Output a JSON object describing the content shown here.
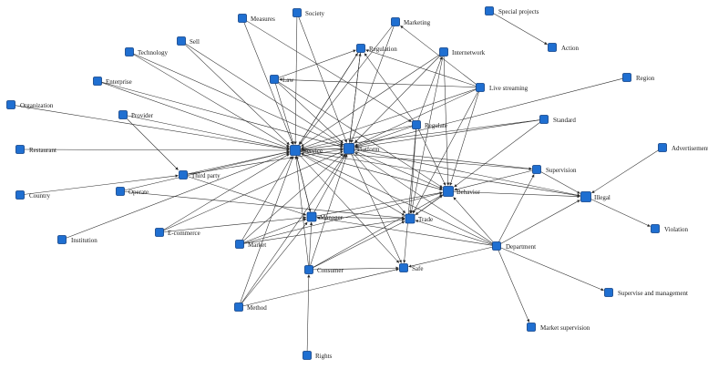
{
  "colors": {
    "node_fill": "#1f6fd1",
    "node_stroke": "#0d3f85",
    "edge": "#2a2a2a"
  },
  "nodes": [
    {
      "id": "measures",
      "label": "Measures"
    },
    {
      "id": "society",
      "label": "Society"
    },
    {
      "id": "marketing",
      "label": "Marketing"
    },
    {
      "id": "special_projects",
      "label": "Special projects"
    },
    {
      "id": "action",
      "label": "Action"
    },
    {
      "id": "sell",
      "label": "Sell"
    },
    {
      "id": "technology",
      "label": "Technology"
    },
    {
      "id": "regulation",
      "label": "Regulation"
    },
    {
      "id": "internetwork",
      "label": "Internetwork"
    },
    {
      "id": "enterprise",
      "label": "Enterprise"
    },
    {
      "id": "law",
      "label": "Law"
    },
    {
      "id": "live_streaming",
      "label": "Live streaming"
    },
    {
      "id": "region",
      "label": "Region"
    },
    {
      "id": "organization",
      "label": "Organization"
    },
    {
      "id": "provider",
      "label": "Provider"
    },
    {
      "id": "regulate",
      "label": "Regulate"
    },
    {
      "id": "standard",
      "label": "Standard"
    },
    {
      "id": "restaurant",
      "label": "Restaurant"
    },
    {
      "id": "service",
      "label": "Service"
    },
    {
      "id": "platform",
      "label": "Platform"
    },
    {
      "id": "advertisement",
      "label": "Advertisement"
    },
    {
      "id": "supervision",
      "label": "Supervision"
    },
    {
      "id": "third_party",
      "label": "Third party"
    },
    {
      "id": "country",
      "label": "Country"
    },
    {
      "id": "operate",
      "label": "Operate"
    },
    {
      "id": "behavior",
      "label": "Behavior"
    },
    {
      "id": "illegal",
      "label": "Illegal"
    },
    {
      "id": "manager",
      "label": "Manager"
    },
    {
      "id": "trade",
      "label": "Trade"
    },
    {
      "id": "e_commerce",
      "label": "E-commerce"
    },
    {
      "id": "violation",
      "label": "Violation"
    },
    {
      "id": "institution",
      "label": "Institution"
    },
    {
      "id": "market",
      "label": "Market"
    },
    {
      "id": "department",
      "label": "Department"
    },
    {
      "id": "consumer",
      "label": "Consumer"
    },
    {
      "id": "safe",
      "label": "Safe"
    },
    {
      "id": "supervise_management",
      "label": "Supervise and management"
    },
    {
      "id": "method",
      "label": "Method"
    },
    {
      "id": "market_supervision",
      "label": "Market supervision"
    },
    {
      "id": "rights",
      "label": "Rights"
    }
  ],
  "edges": [
    [
      "special_projects",
      "action"
    ],
    [
      "live_streaming",
      "marketing"
    ],
    [
      "society",
      "service"
    ],
    [
      "society",
      "platform"
    ],
    [
      "measures",
      "service"
    ],
    [
      "measures",
      "regulate"
    ],
    [
      "sell",
      "service"
    ],
    [
      "sell",
      "platform"
    ],
    [
      "technology",
      "service"
    ],
    [
      "technology",
      "platform"
    ],
    [
      "enterprise",
      "service"
    ],
    [
      "enterprise",
      "platform"
    ],
    [
      "organization",
      "service"
    ],
    [
      "restaurant",
      "service"
    ],
    [
      "provider",
      "service"
    ],
    [
      "provider",
      "third_party"
    ],
    [
      "country",
      "third_party"
    ],
    [
      "third_party",
      "service"
    ],
    [
      "third_party",
      "platform"
    ],
    [
      "third_party",
      "manager"
    ],
    [
      "operate",
      "service"
    ],
    [
      "operate",
      "trade"
    ],
    [
      "institution",
      "service"
    ],
    [
      "e_commerce",
      "service"
    ],
    [
      "e_commerce",
      "platform"
    ],
    [
      "e_commerce",
      "manager"
    ],
    [
      "market",
      "service"
    ],
    [
      "market",
      "platform"
    ],
    [
      "market",
      "manager"
    ],
    [
      "market",
      "behavior"
    ],
    [
      "market",
      "trade"
    ],
    [
      "method",
      "service"
    ],
    [
      "method",
      "manager"
    ],
    [
      "method",
      "platform"
    ],
    [
      "consumer",
      "service"
    ],
    [
      "consumer",
      "manager"
    ],
    [
      "consumer",
      "trade"
    ],
    [
      "consumer",
      "behavior"
    ],
    [
      "consumer",
      "platform"
    ],
    [
      "rights",
      "consumer"
    ],
    [
      "law",
      "service"
    ],
    [
      "law",
      "platform"
    ],
    [
      "law",
      "regulation"
    ],
    [
      "law",
      "behavior"
    ],
    [
      "regulation",
      "service"
    ],
    [
      "regulation",
      "platform"
    ],
    [
      "marketing",
      "service"
    ],
    [
      "marketing",
      "platform"
    ],
    [
      "internetwork",
      "service"
    ],
    [
      "internetwork",
      "platform"
    ],
    [
      "internetwork",
      "trade"
    ],
    [
      "internetwork",
      "behavior"
    ],
    [
      "live_streaming",
      "service"
    ],
    [
      "live_streaming",
      "platform"
    ],
    [
      "live_streaming",
      "regulation"
    ],
    [
      "live_streaming",
      "law"
    ],
    [
      "live_streaming",
      "behavior"
    ],
    [
      "live_streaming",
      "trade"
    ],
    [
      "region",
      "platform"
    ],
    [
      "regulate",
      "service"
    ],
    [
      "regulate",
      "platform"
    ],
    [
      "regulate",
      "internetwork"
    ],
    [
      "regulate",
      "behavior"
    ],
    [
      "regulate",
      "trade"
    ],
    [
      "regulate",
      "safe"
    ],
    [
      "regulate",
      "regulation"
    ],
    [
      "standard",
      "service"
    ],
    [
      "standard",
      "platform"
    ],
    [
      "standard",
      "behavior"
    ],
    [
      "platform",
      "service"
    ],
    [
      "platform",
      "behavior"
    ],
    [
      "platform",
      "trade"
    ],
    [
      "platform",
      "supervision"
    ],
    [
      "platform",
      "illegal"
    ],
    [
      "platform",
      "safe"
    ],
    [
      "platform",
      "regulation"
    ],
    [
      "service",
      "behavior"
    ],
    [
      "service",
      "trade"
    ],
    [
      "service",
      "illegal"
    ],
    [
      "service",
      "safe"
    ],
    [
      "service",
      "manager"
    ],
    [
      "service",
      "platform"
    ],
    [
      "service",
      "regulation"
    ],
    [
      "service",
      "supervision"
    ],
    [
      "supervision",
      "illegal"
    ],
    [
      "supervision",
      "behavior"
    ],
    [
      "advertisement",
      "illegal"
    ],
    [
      "behavior",
      "illegal"
    ],
    [
      "behavior",
      "trade"
    ],
    [
      "illegal",
      "violation"
    ],
    [
      "manager",
      "trade"
    ],
    [
      "manager",
      "behavior"
    ],
    [
      "manager",
      "platform"
    ],
    [
      "manager",
      "service"
    ],
    [
      "trade",
      "behavior"
    ],
    [
      "department",
      "service"
    ],
    [
      "department",
      "platform"
    ],
    [
      "department",
      "behavior"
    ],
    [
      "department",
      "illegal"
    ],
    [
      "department",
      "supervision"
    ],
    [
      "department",
      "safe"
    ],
    [
      "department",
      "supervise_management"
    ],
    [
      "department",
      "market_supervision"
    ],
    [
      "department",
      "trade"
    ],
    [
      "department",
      "manager"
    ],
    [
      "method",
      "safe"
    ],
    [
      "consumer",
      "safe"
    ]
  ]
}
